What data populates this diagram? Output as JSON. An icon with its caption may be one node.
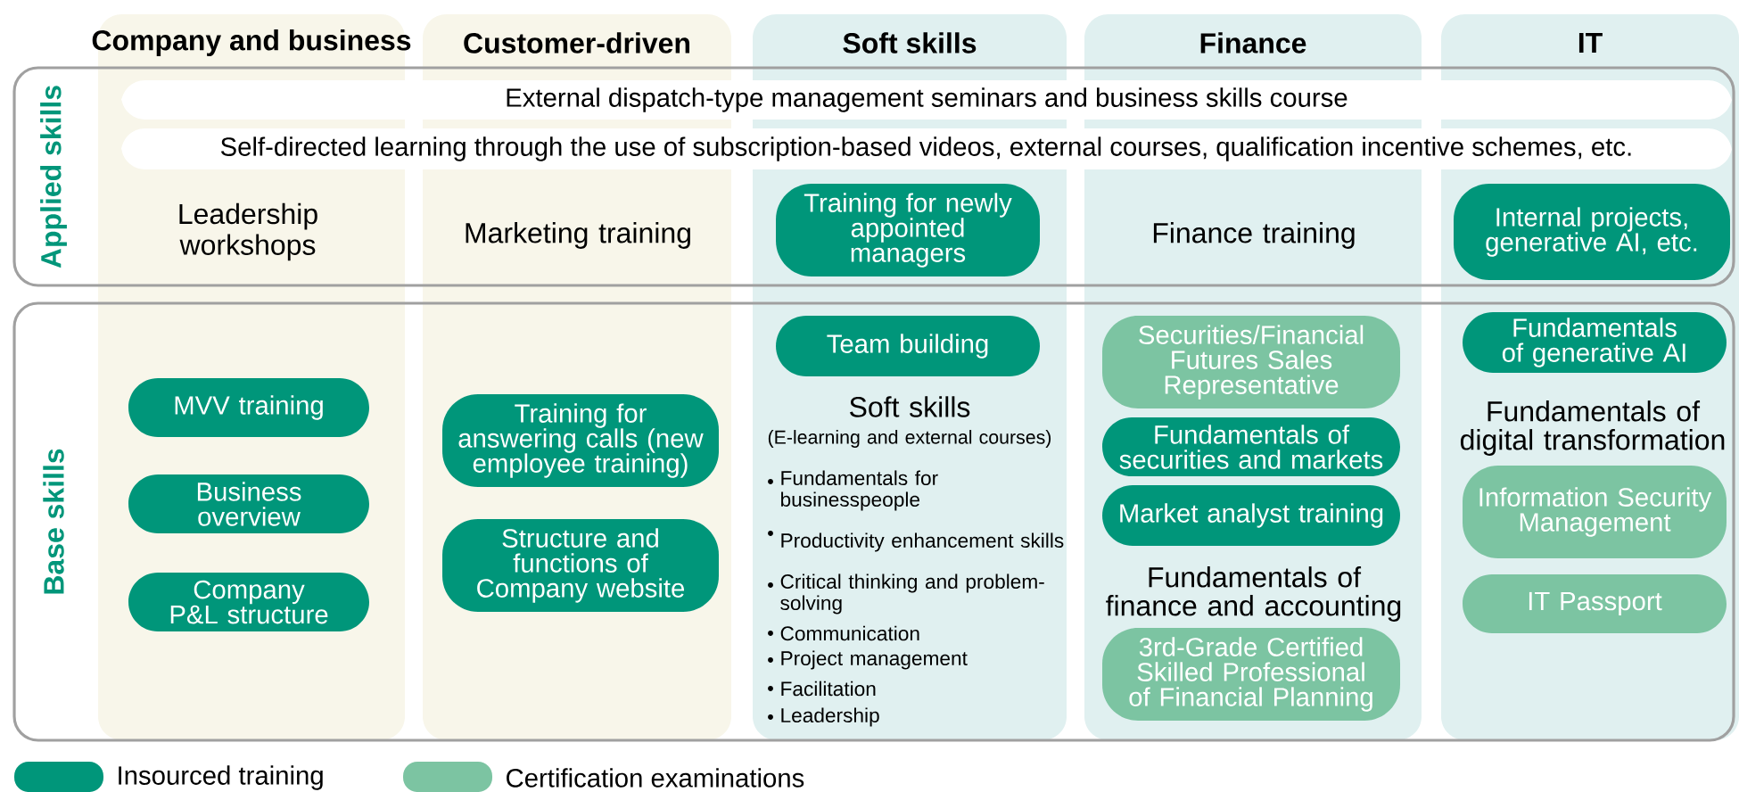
{
  "diagram": {
    "nodes": [
      {
        "text": [
          "Company and business"
        ]
      },
      {
        "text": [
          "Customer-driven"
        ]
      },
      {
        "text": [
          "Soft skills"
        ]
      },
      {
        "text": [
          "Finance"
        ]
      },
      {
        "text": [
          "IT"
        ]
      },
      {
        "text": [
          "Applied skills"
        ]
      },
      {
        "text": [
          "External dispatch-type management seminars and business skills course"
        ],
        "in": 5
      },
      {
        "text": [
          "Self-directed learning through the use of subscription-based videos, external courses, qualification incentive schemes, etc."
        ],
        "in": 5
      },
      {
        "text": [
          "Training for newly appointed managers"
        ]
      },
      {
        "text": [
          "Internal projects, generative AI, etc."
        ]
      },
      {
        "text": [
          "Base skills"
        ]
      },
      {
        "text": [
          "Team building"
        ]
      },
      {
        "text": [
          "Securities/Financial Futures Sales Representative"
        ]
      },
      {
        "text": [
          "Fundamentals of generative AI"
        ]
      },
      {
        "text": [
          "MVV training"
        ]
      },
      {
        "text": [
          "Training for answering calls (new employee training)"
        ]
      },
      {
        "text": [
          "Fundamentals of securities and markets"
        ]
      },
      {
        "text": [
          "Information Security Management"
        ]
      },
      {
        "text": [
          "Business overview"
        ]
      },
      {
        "text": [
          "Market analyst training"
        ]
      },
      {
        "text": [
          "Structure and functions of Company website"
        ]
      },
      {
        "text": [
          "IT Passport"
        ]
      },
      {
        "text": [
          "Company P&L structure"
        ]
      },
      {
        "text": [
          "3rd-Grade Certified Skilled Professional of Financial Planning"
        ]
      }
    ],
    "labels": [
      "Leadership workshops",
      "Marketing training",
      "Finance training",
      "Soft skills",
      "(E-learning and external courses)",
      "Fundamentals of digital transformation",
      "Fundamentals for businesspeople",
      "Productivity enhancement skills",
      "Critical thinking and problem-solving",
      "Fundamentals of finance and accounting",
      "Communication",
      "Project management",
      "Facilitation",
      "Leadership"
    ],
    "legend": [
      {
        "text": "Insourced training",
        "color": "#00967a"
      },
      {
        "text": "Certification examinations",
        "color": "#7cc4a2"
      }
    ]
  }
}
